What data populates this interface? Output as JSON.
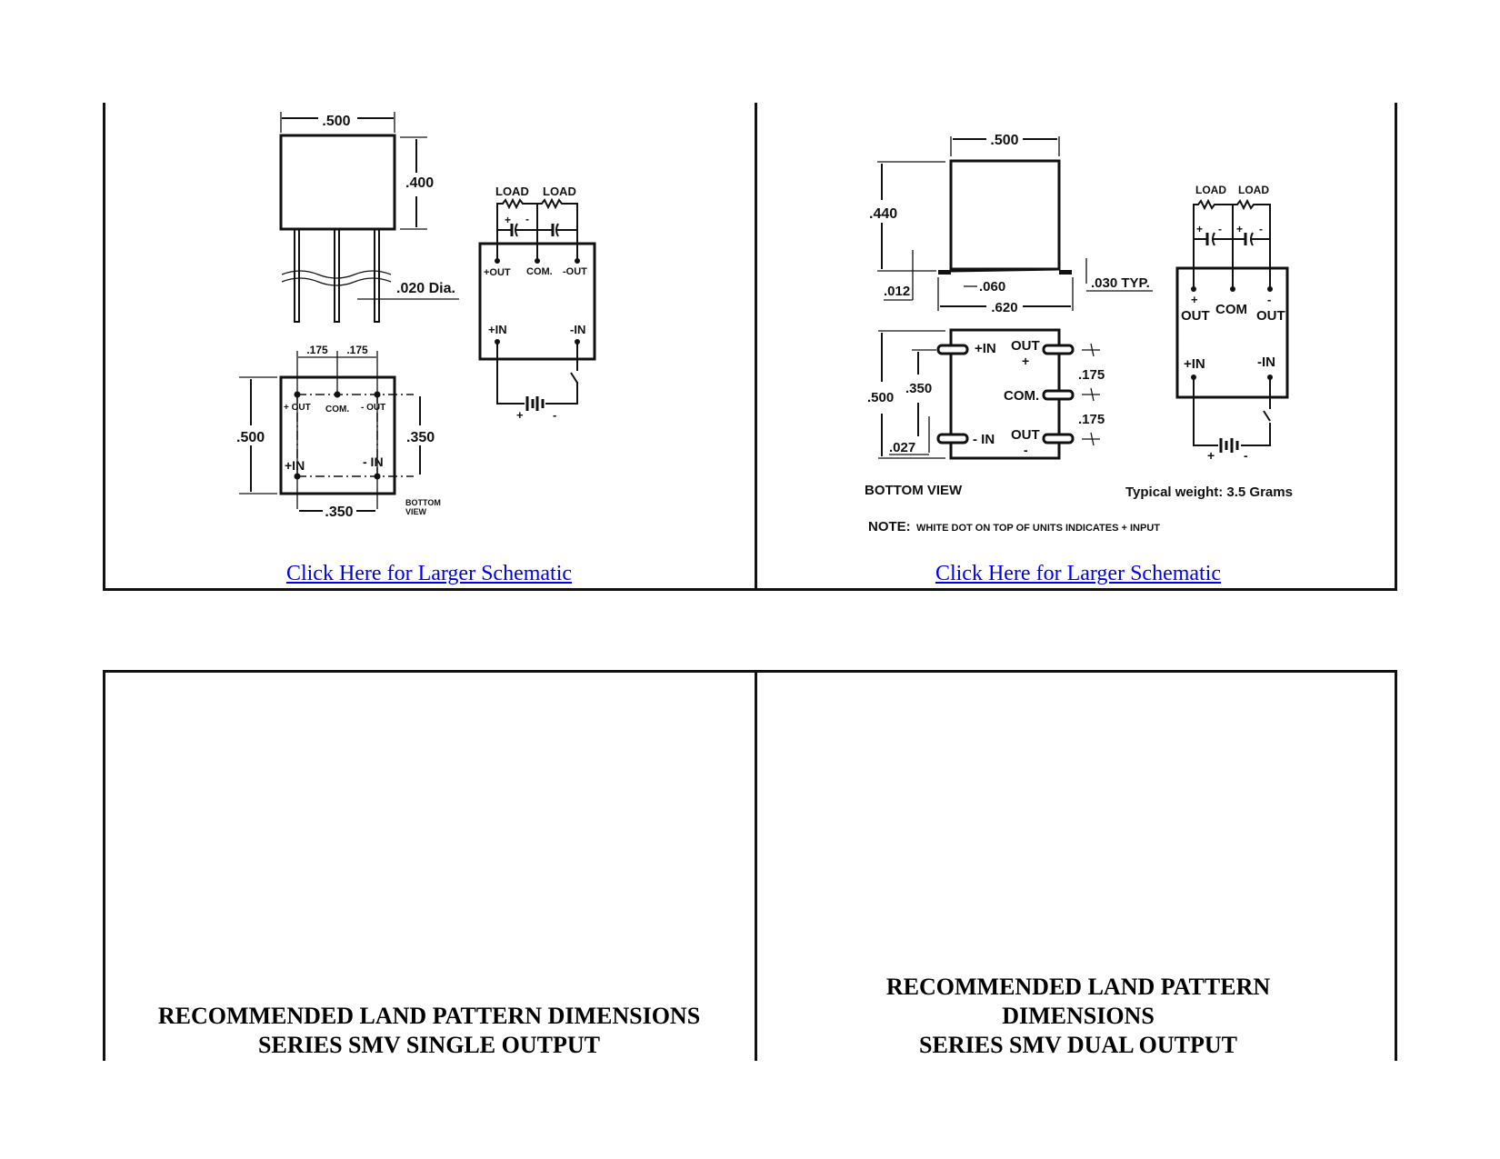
{
  "single": {
    "dims": {
      "width_top": ".500",
      "height": ".400",
      "pin_dia": ".020 Dia.",
      "pitch_a": ".175",
      "pitch_b": ".175",
      "bottom_height": ".500",
      "pin_span_v": ".350",
      "pin_span_h": ".350"
    },
    "bottom_pins": {
      "pos_out": "+ OUT",
      "com": "COM.",
      "neg_out": "- OUT",
      "pos_in": "+IN",
      "neg_in": "- IN"
    },
    "bottom_view": [
      "BOTTOM",
      "VIEW"
    ],
    "schematic": {
      "load1": "LOAD",
      "load2": "LOAD",
      "pos_out": "+OUT",
      "com": "COM.",
      "neg_out": "-OUT",
      "pos_in": "+IN",
      "neg_in": "-IN",
      "cap_plus": "+",
      "cap_minus": "-",
      "bat_plus": "+",
      "bat_minus": "-"
    },
    "link": "Click Here for Larger Schematic",
    "heading_lines": [
      "RECOMMENDED LAND PATTERN DIMENSIONS",
      "SERIES SMV SINGLE OUTPUT"
    ]
  },
  "dual": {
    "dims": {
      "width_top": ".500",
      "height": ".440",
      "standoff": ".012",
      "foot": ".060",
      "overall": ".620",
      "lead_thk": ".030 TYP.",
      "bottom_height": ".500",
      "pin_span": ".350",
      "pitch_a": ".175",
      "pitch_b": ".175",
      "offset": ".027"
    },
    "bottom_pins": {
      "pos_in": "+IN",
      "out_pos": "OUT",
      "out_pos_sign": "+",
      "com": "COM.",
      "neg_in": "- IN",
      "out_neg": "OUT",
      "out_neg_sign": "-"
    },
    "bottom_view": "BOTTOM VIEW",
    "weight": "Typical weight: 3.5 Grams",
    "note_label": "NOTE:",
    "note_text": "WHITE DOT ON TOP OF UNITS INDICATES + INPUT",
    "schematic": {
      "load1": "LOAD",
      "load2": "LOAD",
      "pos_sign": "+",
      "pos_out": "OUT",
      "com": "COM",
      "neg_sign": "-",
      "neg_out": "OUT",
      "pos_in": "+IN",
      "neg_in": "-IN",
      "bat_plus": "+",
      "bat_minus": "-"
    },
    "link": "Click Here for Larger Schematic",
    "heading_lines": [
      "RECOMMENDED LAND PATTERN",
      "DIMENSIONS",
      "SERIES SMV DUAL OUTPUT"
    ]
  }
}
